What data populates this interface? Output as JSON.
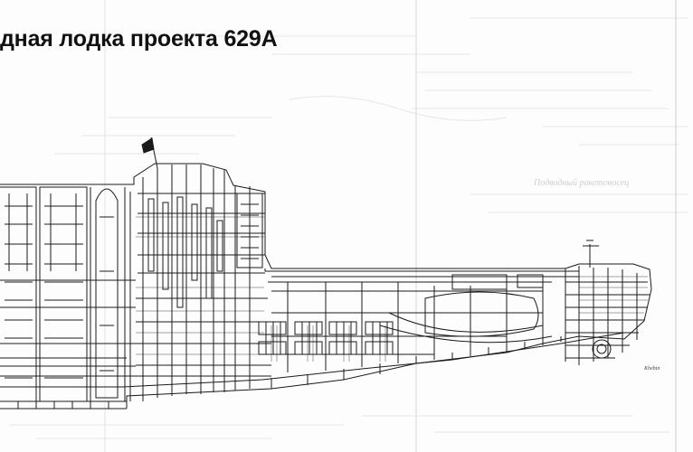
{
  "header": {
    "title": "дная лодка проекта 629А"
  },
  "background": {
    "ghost_caption": "Подводный ракетоносец"
  },
  "drawing": {
    "subject": "submarine-cutaway-profile",
    "signature": "Khebin"
  },
  "colors": {
    "line": "#1a1a1a",
    "paper": "#fdfdfd",
    "bleed": "#e4e4e4",
    "fold": "#d8d8d8"
  }
}
